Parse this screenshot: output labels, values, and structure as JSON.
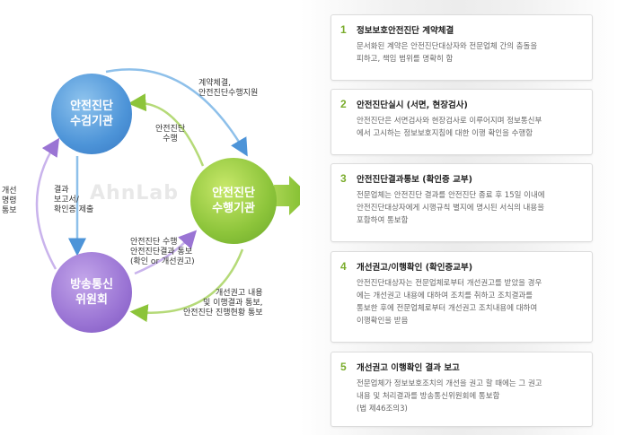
{
  "diagram": {
    "watermark": "AhnLab",
    "nodes": {
      "inspector": "안전진단\n수검기관",
      "agency": "안전진단\n수행기관",
      "commission": "방송통신\n위원회"
    },
    "labels": {
      "contract": "계약체결,\n안전진단수행지원",
      "diagnosis": "안전진단\n수행",
      "result_report": "결과\n보고서/\n확인증 제출",
      "improve_order": "개선\n명령\n통보",
      "agency_notice": "안전진단 수행\n안전진단결과 통보\n(확인 or 개선권고)",
      "improve_notice": "개선권고 내용\n및 이행결과 통보,\n안전진단 진행현황 통보"
    },
    "colors": {
      "blue": "#4d94d8",
      "green": "#8cc43a",
      "purple": "#9a74d4"
    }
  },
  "steps": [
    {
      "num": "1",
      "title": "정보보호안전진단 계약체결",
      "desc": "문서화된 계약은 안전진단대상자와 전문업체 간의 충돌을\n피하고, 책임 범위를 명확히 함"
    },
    {
      "num": "2",
      "title": "안전진단실시 (서면, 현장검사)",
      "desc": "안전진단은 서면검사와 현장검사로 이루어지며 정보통신부\n에서 고시하는 정보보호지침에 대한 이행 확인을 수행함"
    },
    {
      "num": "3",
      "title": "안전진단결과통보 (확인증 교부)",
      "desc": "전문업체는 안전진단 결과를 안전진단 종료 후 15일 이내에\n안전진단대상자에게 시행규칙 별지에 명시된 서식의 내용을\n포함하여 통보함"
    },
    {
      "num": "4",
      "title": "개선권고/이행확인 (확인증교부)",
      "desc": "안전진단대상자는 전문업체로부터 개선권고를 받았을 경우\n에는 개선권고 내용에 대하여 조치를 취하고 조치결과를\n통보한 후에 전문업체로부터 개선권고 조치내용에 대하여\n이행확인을 받음"
    },
    {
      "num": "5",
      "title": "개선권고 이행확인 결과 보고",
      "desc": "전문업체가 정보보호조치의 개선을 권고 할 때에는 그 권고\n내용 및 처리결과를 방송통신위원회에 통보함\n(법 제46조의3)"
    }
  ]
}
